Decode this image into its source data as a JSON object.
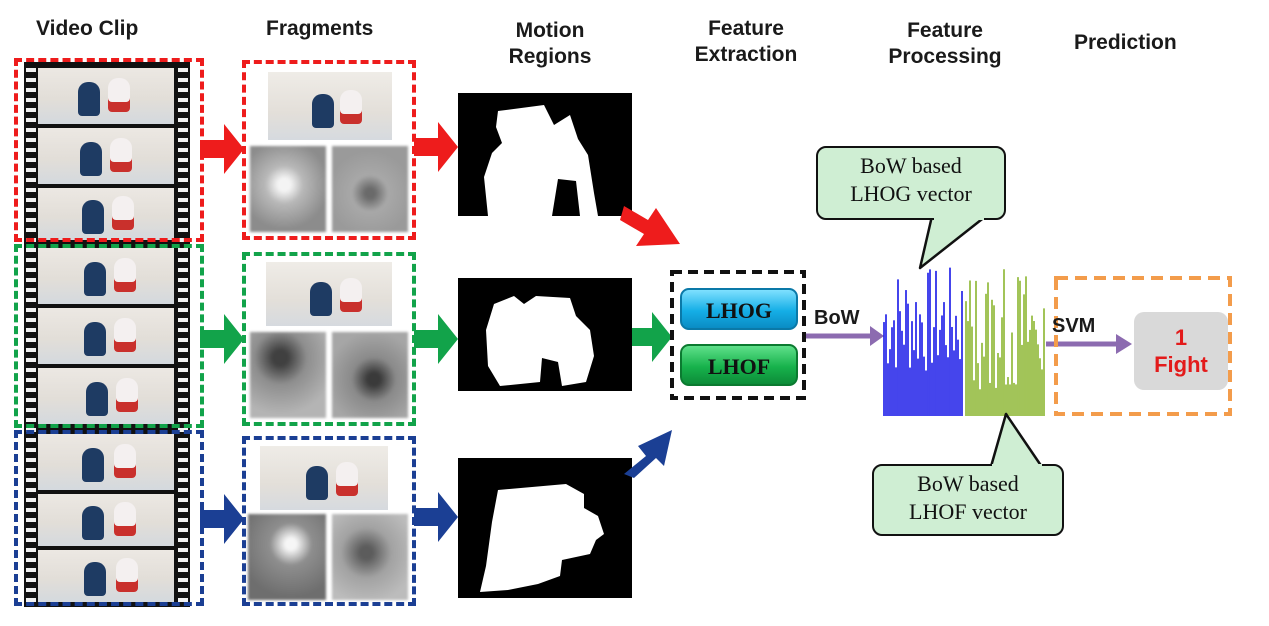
{
  "headers": {
    "video_clip": "Video Clip",
    "fragments": "Fragments",
    "motion_regions": "Motion Regions",
    "feature_extraction": "Feature Extraction",
    "feature_processing": "Feature Processing",
    "prediction": "Prediction"
  },
  "features": {
    "lhog": "LHOG",
    "lhof": "LHOF"
  },
  "labels": {
    "bow": "BoW",
    "svm": "SVM"
  },
  "callouts": {
    "lhog": [
      "BoW based",
      "LHOG vector"
    ],
    "lhof": [
      "BoW based",
      "LHOF vector"
    ]
  },
  "result": {
    "value": "1",
    "label": "Fight"
  },
  "colors": {
    "red": "#ee1c1c",
    "green": "#12a34a",
    "blue": "#1b3f94",
    "orange": "#f39c4b",
    "purple": "#8c6bb0",
    "lhog_bar": "#1616e8",
    "lhof_bar": "#8ab62f",
    "callout_fill": "#cfeed3"
  }
}
